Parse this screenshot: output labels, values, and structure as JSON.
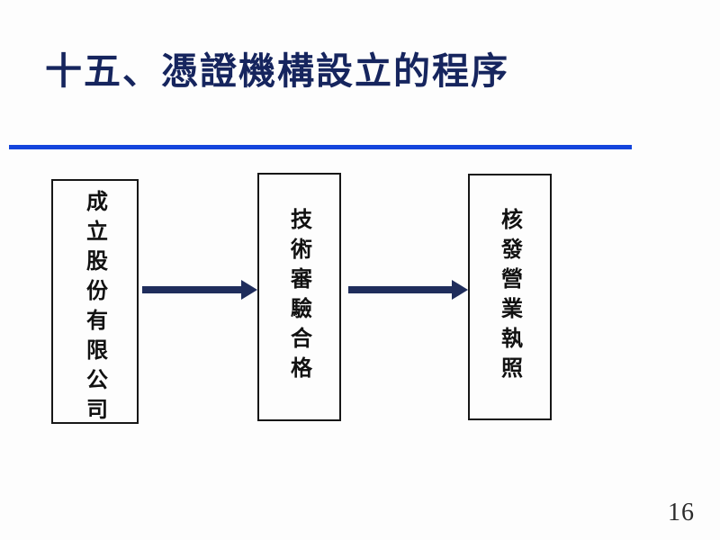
{
  "slide": {
    "title": "十五、憑證機構設立的程序",
    "page_number": "16",
    "background_color": "#fdfdfd",
    "title_color": "#16255e",
    "rule_color": "#1445dc",
    "arrow_color": "#1f2d5c",
    "box_border_color": "#171717"
  },
  "flow": {
    "steps": [
      {
        "id": "step-1",
        "text": "成立股份有限公司",
        "chars": 8
      },
      {
        "id": "step-2",
        "text": "技術審驗合格",
        "chars": 6
      },
      {
        "id": "step-3",
        "text": "核發營業執照",
        "chars": 6
      }
    ],
    "connectors": [
      {
        "id": "arrow-1",
        "from": "step-1",
        "to": "step-2",
        "direction": "right"
      },
      {
        "id": "arrow-2",
        "from": "step-2",
        "to": "step-3",
        "direction": "right"
      }
    ]
  }
}
